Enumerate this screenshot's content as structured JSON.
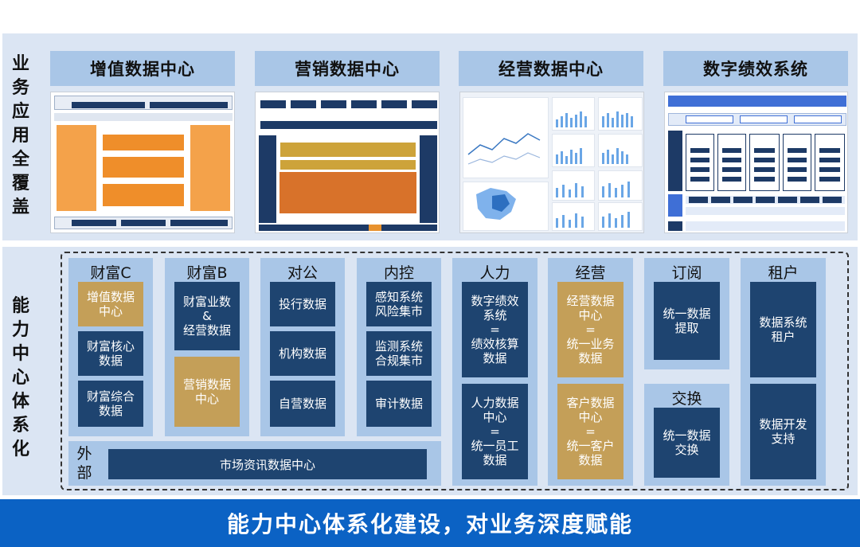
{
  "sections": {
    "top_label": "业务应用全覆盖",
    "mid_label": "能力中心体系化"
  },
  "apps": [
    {
      "title": "增值数据中心"
    },
    {
      "title": "营销数据中心"
    },
    {
      "title": "经营数据中心"
    },
    {
      "title": "数字绩效系统"
    }
  ],
  "columns": [
    {
      "title": "财富C",
      "boxes": [
        "增值数据\n中心",
        "财富核心\n数据",
        "财富综合\n数据"
      ]
    },
    {
      "title": "财富B",
      "boxes": [
        "财富业数\n&\n经营数据",
        "营销数据\n中心"
      ]
    },
    {
      "title": "对公",
      "boxes": [
        "投行数据",
        "机构数据",
        "自营数据"
      ]
    },
    {
      "title": "内控",
      "boxes": [
        "感知系统\n风险集市",
        "监测系统\n合规集市",
        "审计数据"
      ]
    },
    {
      "title": "人力",
      "boxes": [
        "数字绩效\n系统\n=\n绩效核算\n数据",
        "人力数据\n中心\n=\n统一员工\n数据"
      ]
    },
    {
      "title": "经营",
      "boxes": [
        "经营数据\n中心\n=\n统一业务\n数据",
        "客户数据\n中心\n=\n统一客户\n数据"
      ]
    },
    {
      "title": "订阅",
      "boxes": [
        "统一数据\n提取"
      ]
    },
    {
      "title": "交换",
      "boxes": [
        "统一数据\n交换"
      ]
    },
    {
      "title": "租户",
      "boxes": [
        "数据系统\n租户",
        "数据开发\n支持"
      ]
    }
  ],
  "external": {
    "label": "外\n部",
    "box": "市场资讯数据中心"
  },
  "banner": "能力中心体系化建设，对业务深度赋能",
  "colors": {
    "navy": "#1e4470",
    "gold": "#c49f58",
    "light_blue": "#a9c6e7",
    "section_bg": "#dbe5f3",
    "banner_blue": "#0b62c4",
    "orange": "#ef8e2a"
  }
}
